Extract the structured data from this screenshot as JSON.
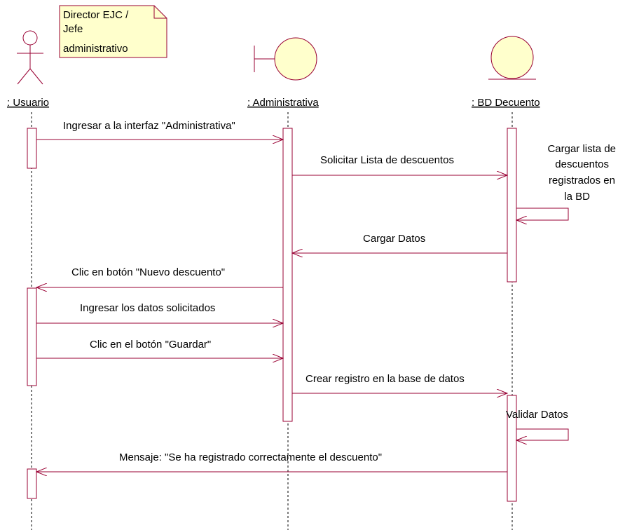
{
  "note": {
    "lines": [
      "Director EJC /",
      "Jefe",
      "administrativo"
    ]
  },
  "actors": [
    {
      "label": ": Usuario",
      "kind": "actor-icon"
    },
    {
      "label": ": Administrativa",
      "kind": "boundary-icon"
    },
    {
      "label": ": BD Decuento",
      "kind": "entity-icon"
    }
  ],
  "messages": [
    {
      "label": "Ingresar a la interfaz \"Administrativa\""
    },
    {
      "label": "Solicitar Lista de descuentos"
    },
    {
      "label_lines": [
        "Cargar lista de",
        "descuentos",
        "registrados en",
        "la BD"
      ]
    },
    {
      "label": "Cargar Datos"
    },
    {
      "label": "Clic en botón \"Nuevo descuento\""
    },
    {
      "label": "Ingresar los datos solicitados"
    },
    {
      "label": "Clic en el botón \"Guardar\""
    },
    {
      "label": "Crear registro en la base de datos"
    },
    {
      "label": "Validar Datos"
    },
    {
      "label": "Mensaje: \"Se ha registrado correctamente el descuento\""
    }
  ],
  "colors": {
    "line": "#990033",
    "note_fill": "#ffffcc",
    "object_fill": "#ffffcc",
    "lifeline": "#000000"
  }
}
